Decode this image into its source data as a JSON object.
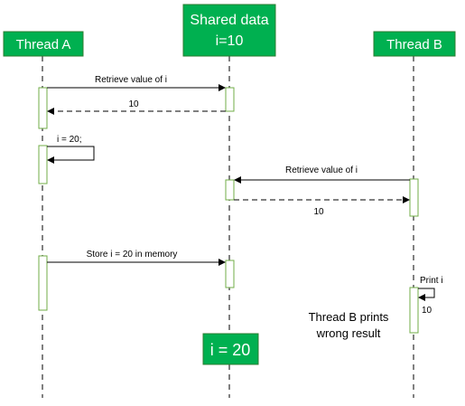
{
  "colors": {
    "header_fill": "#00B050",
    "header_stroke": "#2E7D32",
    "activation_stroke": "#70AD47",
    "line": "#000000"
  },
  "participants": {
    "thread_a": "Thread A",
    "shared_line1": "Shared data",
    "shared_line2": "i=10",
    "thread_b": "Thread B"
  },
  "messages": {
    "retrieve_a": "Retrieve value of i",
    "return_a": "10",
    "self_a": "i = 20;",
    "retrieve_b": "Retrieve value of i",
    "return_b": "10",
    "store_a": "Store i = 20 in memory",
    "print_b": "Print i",
    "print_b_value": "10"
  },
  "notes": {
    "result_line1": "Thread B prints",
    "result_line2": "wrong result",
    "final_value": "i = 20"
  }
}
